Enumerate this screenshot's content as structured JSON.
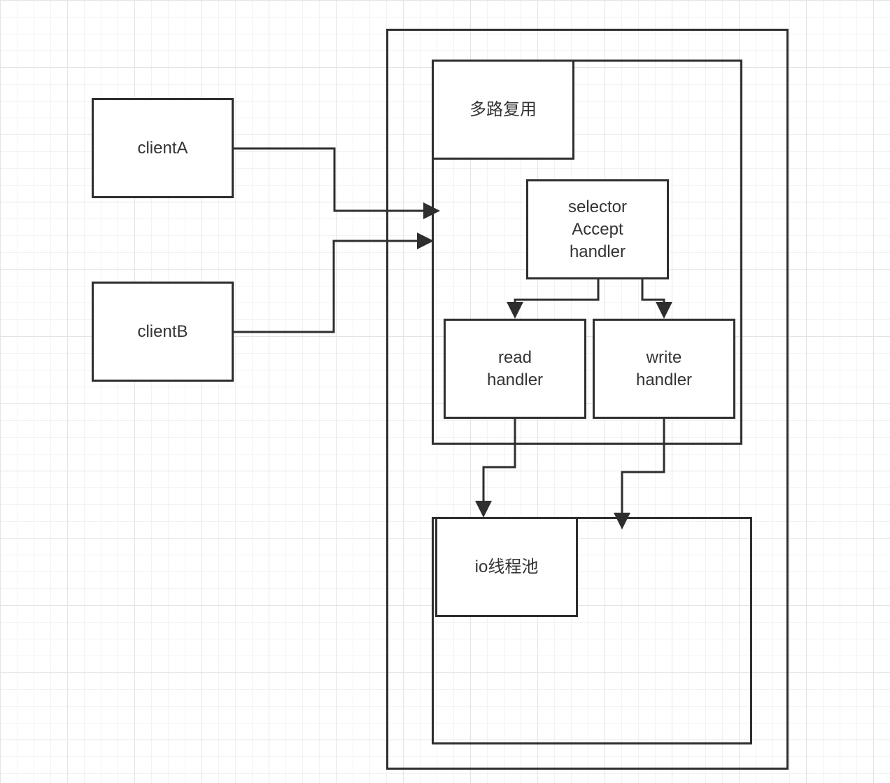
{
  "nodes": {
    "clientA": "clientA",
    "clientB": "clientB",
    "multiplex": "多路复用",
    "selector": "selector\nAccept\nhandler",
    "read": "read\nhandler",
    "write": "write\nhandler",
    "pool": "io线程池"
  },
  "colors": {
    "stroke": "#2e2e2e",
    "text": "#333333",
    "grid": "#e4e4e4"
  }
}
